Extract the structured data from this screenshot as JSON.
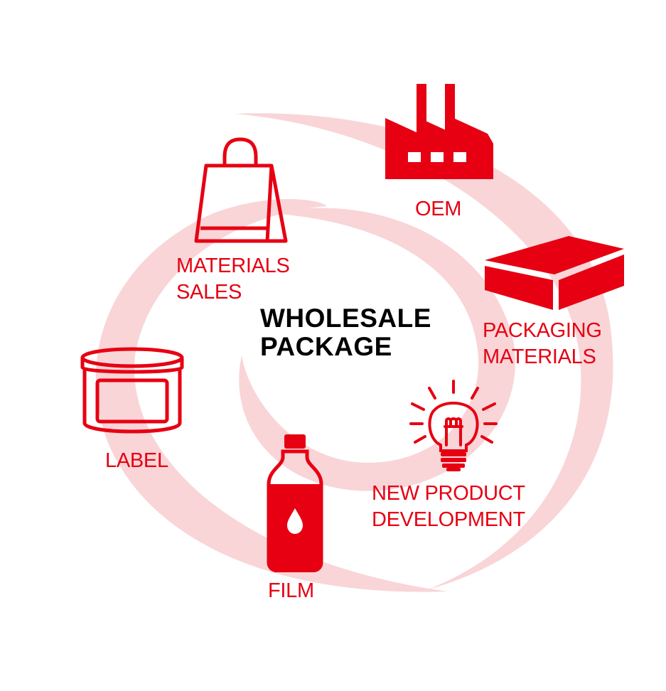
{
  "colors": {
    "accent": "#e60012",
    "swirl": "#f9d5d8",
    "title": "#000000",
    "background": "#ffffff"
  },
  "center": {
    "line1": "WHOLESALE",
    "line2": "PACKAGE"
  },
  "nodes": {
    "oem": {
      "icon": "factory-icon",
      "line1": "OEM"
    },
    "packaging": {
      "icon": "box-icon",
      "line1": "PACKAGING",
      "line2": "MATERIALS"
    },
    "new_product": {
      "icon": "light-bulb-icon",
      "line1": "NEW PRODUCT",
      "line2": "DEVELOPMENT"
    },
    "film": {
      "icon": "bottle-icon",
      "line1": "FILM"
    },
    "label": {
      "icon": "can-icon",
      "line1": "LABEL"
    },
    "materials_sales": {
      "icon": "shopping-bag-icon",
      "line1": "MATERIALS",
      "line2": "SALES"
    }
  }
}
